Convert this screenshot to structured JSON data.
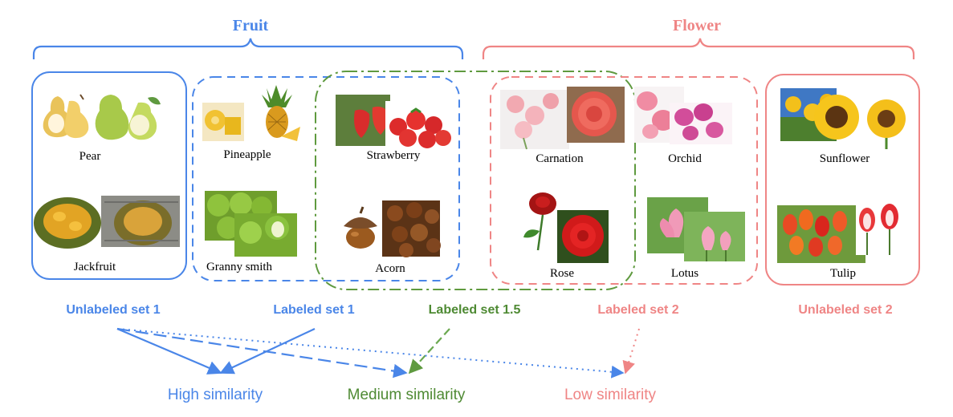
{
  "colors": {
    "blue": "#4a86e8",
    "green": "#4e8a33",
    "red": "#ef8585",
    "blue_text": "#4a86e8",
    "green_text": "#4e8a33",
    "red_text": "#ef8585"
  },
  "groups": {
    "fruit": "Fruit",
    "flower": "Flower"
  },
  "items": {
    "pear": "Pear",
    "jackfruit": "Jackfruit",
    "pineapple": "Pineapple",
    "granny_smith": "Granny smith",
    "strawberry": "Strawberry",
    "acorn": "Acorn",
    "carnation": "Carnation",
    "rose": "Rose",
    "orchid": "Orchid",
    "lotus": "Lotus",
    "sunflower": "Sunflower",
    "tulip": "Tulip"
  },
  "sets": {
    "unlabeled_1": "Unlabeled set 1",
    "labeled_1": "Labeled set 1",
    "labeled_1_5": "Labeled set 1.5",
    "labeled_2": "Labeled set 2",
    "unlabeled_2": "Unlabeled set 2"
  },
  "similarity": {
    "high": "High similarity",
    "medium": "Medium similarity",
    "low": "Low similarity"
  }
}
